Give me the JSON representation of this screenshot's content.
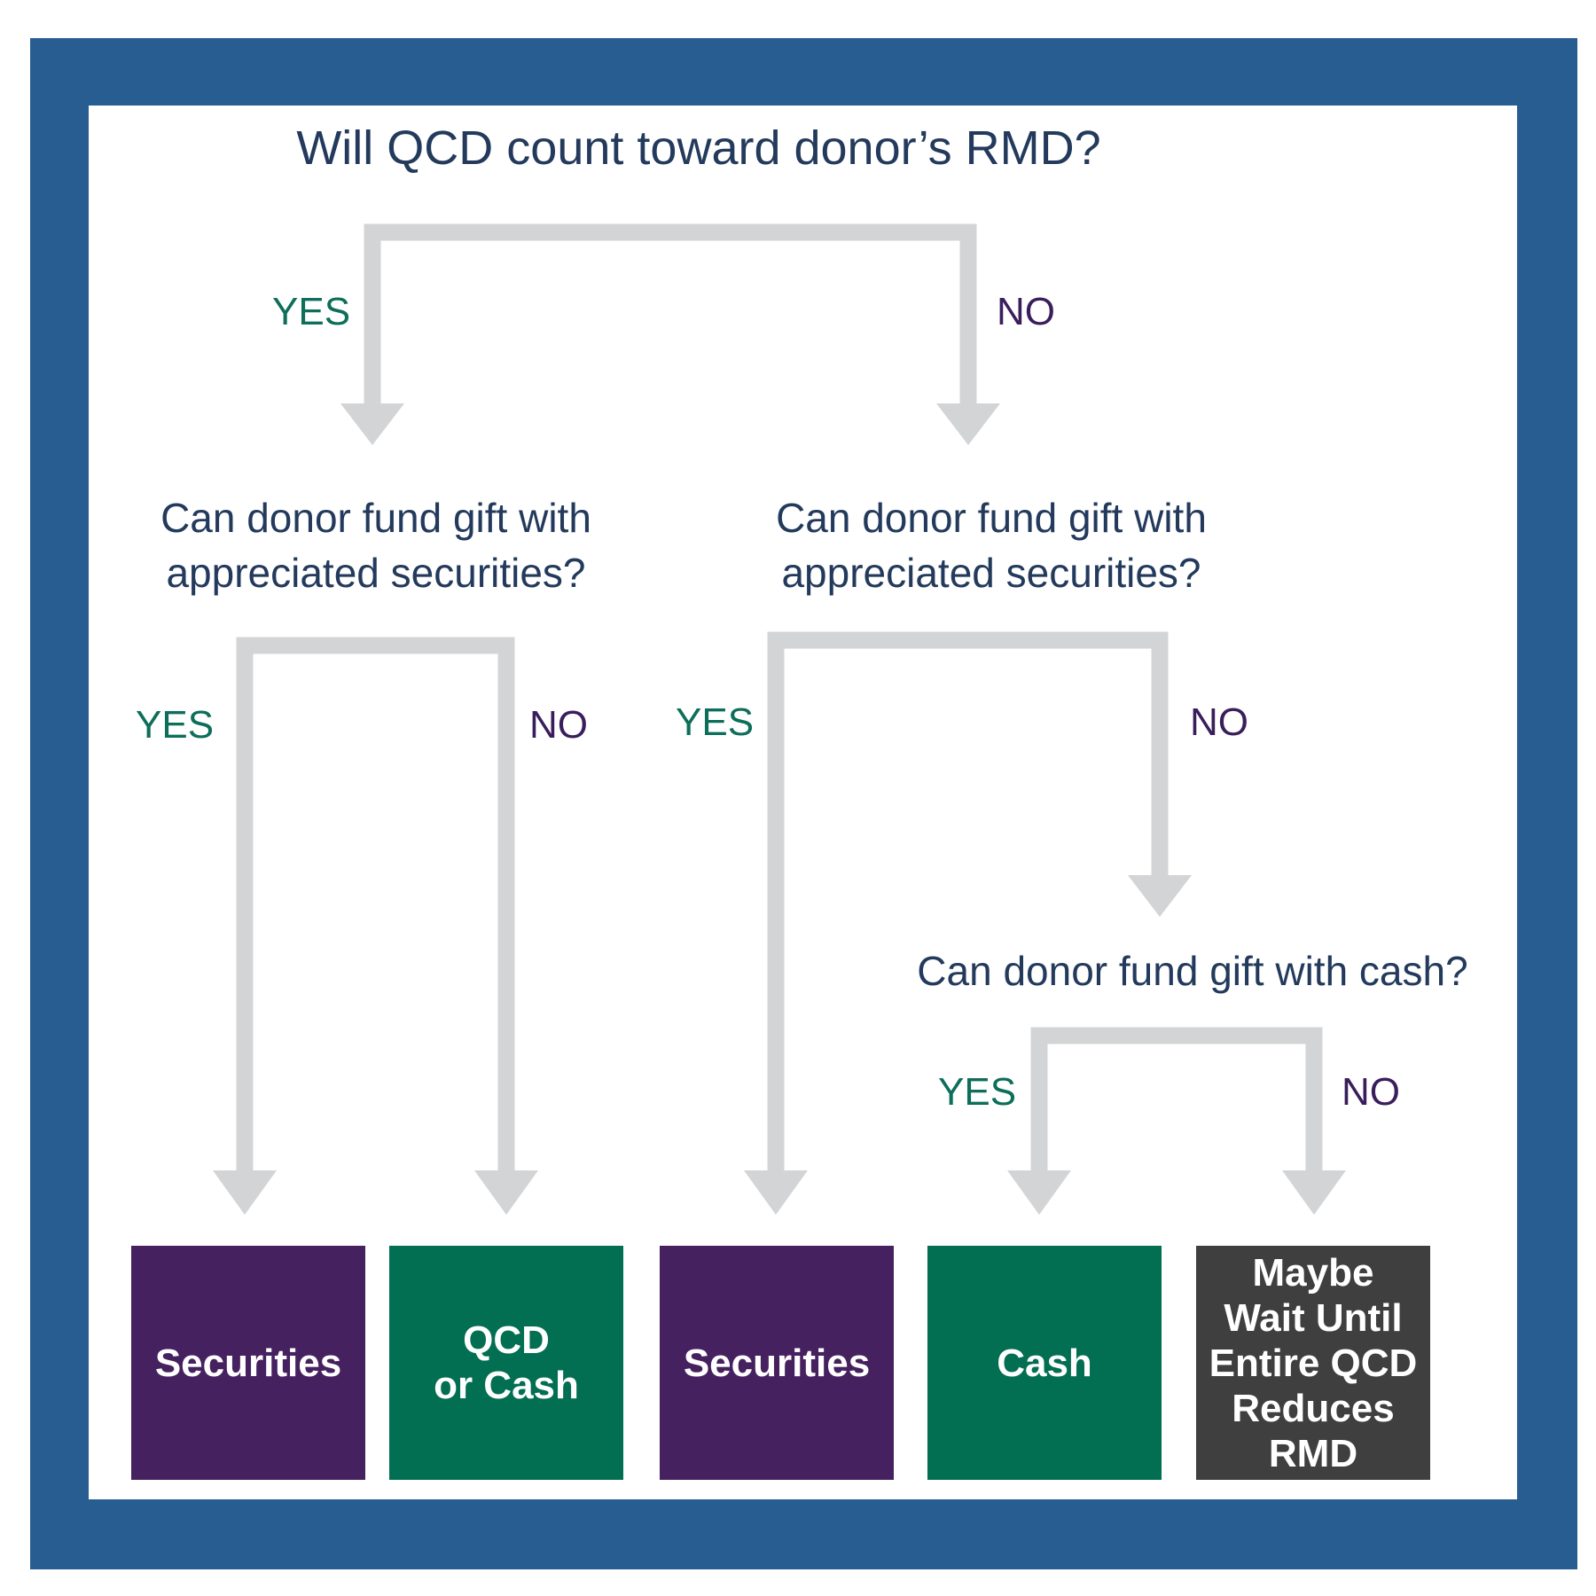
{
  "colors": {
    "frame": "#285d91",
    "connector": "#d3d4d6",
    "question_text": "#233a5c",
    "yes_text": "#0d6e5a",
    "no_text": "#3a1e5c",
    "securities_box": "#462160",
    "cash_box": "#026e52",
    "wait_box": "#3f3f3f"
  },
  "title": "Will QCD count toward donor’s RMD?",
  "questions": {
    "left_securities": "Can donor fund gift with\nappreciated securities?",
    "right_securities": "Can donor fund gift with\nappreciated securities?",
    "cash": "Can donor fund gift with cash?"
  },
  "labels": {
    "yes": "YES",
    "no": "NO"
  },
  "outcomes": [
    {
      "text": "Securities",
      "kind": "securities"
    },
    {
      "text": "QCD\nor Cash",
      "kind": "cash"
    },
    {
      "text": "Securities",
      "kind": "securities"
    },
    {
      "text": "Cash",
      "kind": "cash"
    },
    {
      "text": "Maybe\nWait Until\nEntire QCD\nReduces\nRMD",
      "kind": "wait"
    }
  ]
}
